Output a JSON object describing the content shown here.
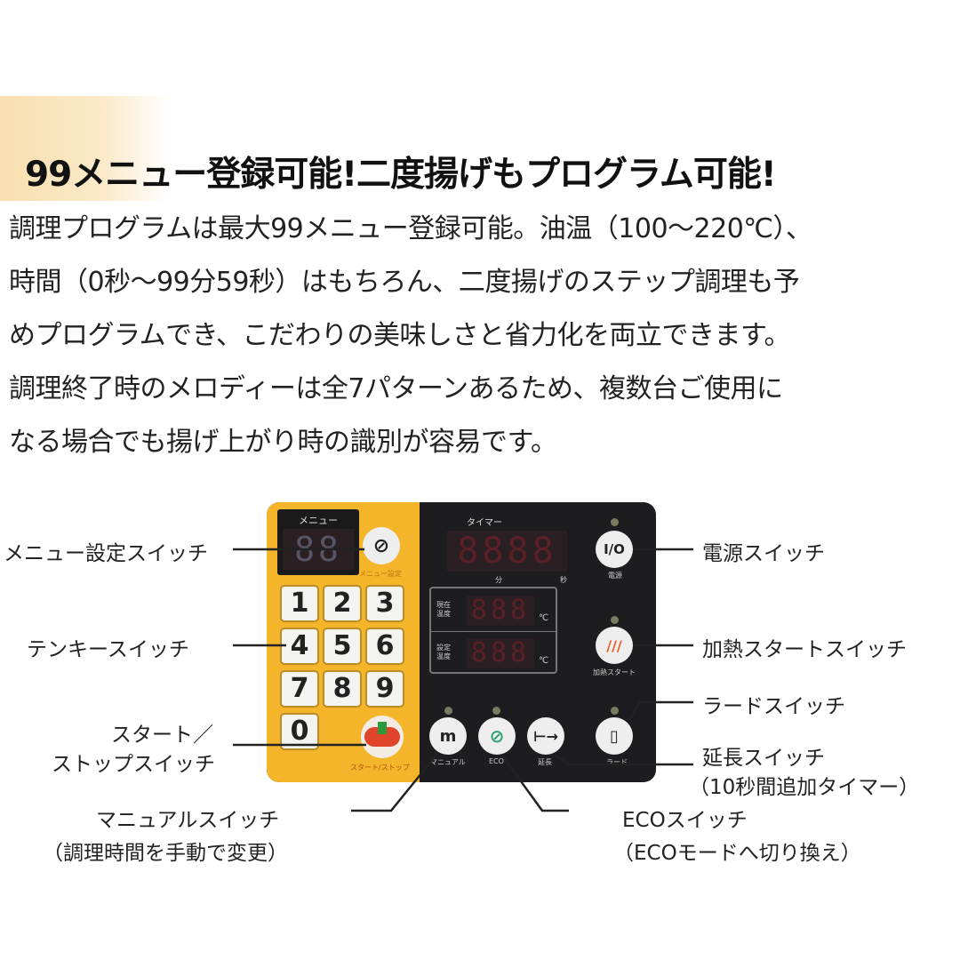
{
  "headline": "99メニュー登録可能!二度揚げもプログラム可能!",
  "paragraph": [
    "調理プログラムは最大99メニュー登録可能。油温（100〜220℃）、",
    "時間（0秒〜99分59秒）はもちろん、二度揚げのステップ調理も予",
    "めプログラムでき、こだわりの美味しさと省力化を両立できます。",
    "調理終了時のメロディーは全7パターンあるため、複数台ご使用に",
    "なる場合でも揚げ上がり時の識別が容易です。"
  ],
  "panel": {
    "menu_title": "メニュー",
    "menu_display": "88",
    "menu_set_label": "メニュー設定",
    "keys": [
      "1",
      "2",
      "3",
      "4",
      "5",
      "6",
      "7",
      "8",
      "9",
      "0"
    ],
    "start_stop_label": "スタート/ストップ",
    "timer_title": "タイマー",
    "timer_display": "8888",
    "min_label": "分",
    "sec_label": "秒",
    "current_temp_label": "現在温度",
    "current_temp_display": "888",
    "set_temp_label": "設定温度",
    "set_temp_display": "888",
    "celsius": "℃",
    "power_glyph": "I/O",
    "power_label": "電源",
    "heat_label": "加熱スタート",
    "manual_label": "マニュアル",
    "eco_label": "ECO",
    "extend_label": "延長",
    "lard_label": "ラード"
  },
  "callouts": {
    "menu_switch": "メニュー設定スイッチ",
    "tenkey": "テンキースイッチ",
    "start_stop_1": "スタート／",
    "start_stop_2": "ストップスイッチ",
    "manual_1": "マニュアルスイッチ",
    "manual_2": "（調理時間を手動で変更）",
    "eco_1": "ECOスイッチ",
    "eco_2": "（ECOモードへ切り換え）",
    "power": "電源スイッチ",
    "heat": "加熱スタートスイッチ",
    "lard": "ラードスイッチ",
    "extend_1": "延長スイッチ",
    "extend_2": "（10秒間追加タイマー）"
  },
  "colors": {
    "panel_yellow": "#f4b52a",
    "panel_black": "#1d1d1f",
    "segment_red": "#5a2026",
    "eco_green": "#2aa070",
    "heat_orange": "#e8602a"
  }
}
